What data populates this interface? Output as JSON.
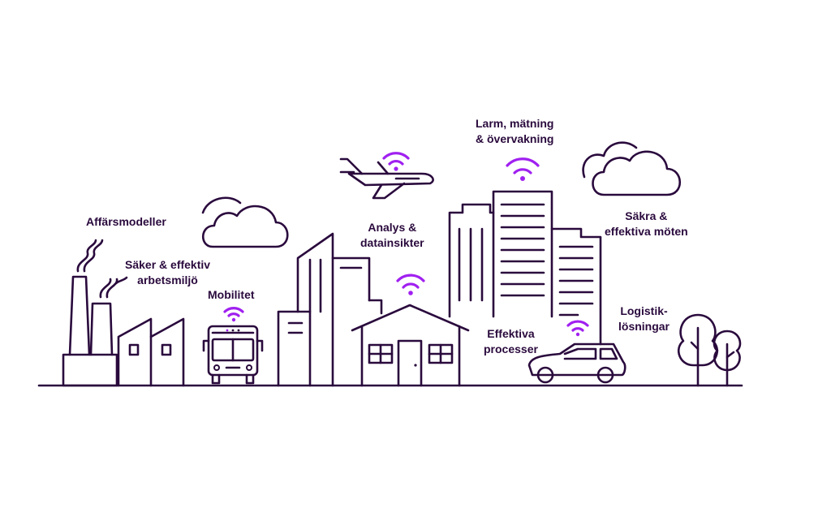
{
  "labels": {
    "business_models": "Affärsmodeller",
    "safe_workplace_1": "Säker & effektiv",
    "safe_workplace_2": "arbetsmiljö",
    "mobility": "Mobilitet",
    "analytics_1": "Analys &",
    "analytics_2": "datainsikter",
    "alarm_1": "Larm, mätning",
    "alarm_2": "& övervakning",
    "meetings_1": "Säkra &",
    "meetings_2": "effektiva möten",
    "processes_1": "Effektiva",
    "processes_2": "processer",
    "logistics_1": "Logistik-",
    "logistics_2": "lösningar"
  },
  "colors": {
    "line": "#2a0a3d",
    "wifi": "#a020f0",
    "background": "#ffffff"
  },
  "icons": [
    "factory-icon",
    "bus-icon",
    "airplane-icon",
    "house-icon",
    "car-icon",
    "tree-icon",
    "cloud-icon",
    "wifi-icon",
    "skyscraper-icon"
  ]
}
